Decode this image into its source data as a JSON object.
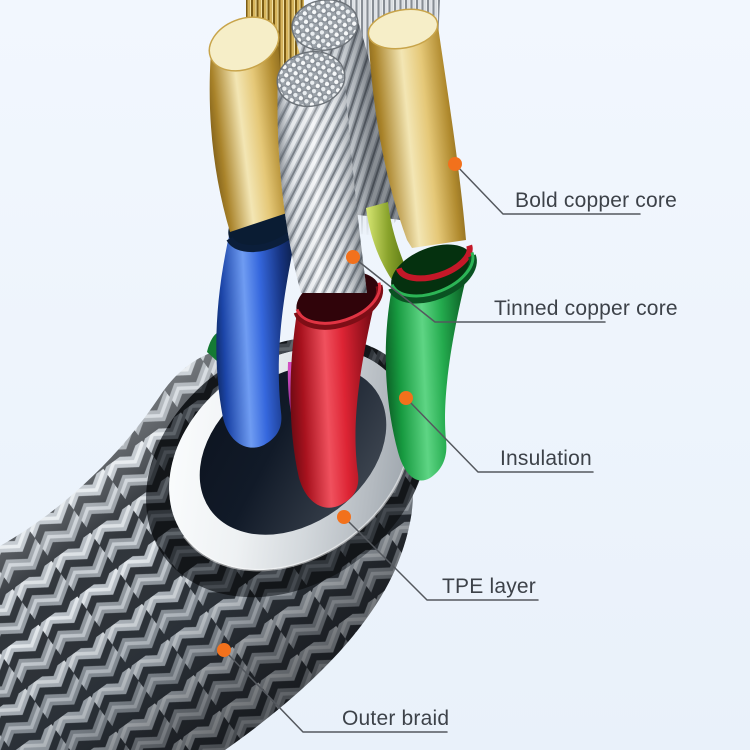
{
  "annotations": {
    "dot_color": "#F2711C",
    "line_color": "#54585E",
    "text_color": "#3D4249",
    "labels": [
      {
        "id": "bold-copper-core",
        "text": "Bold copper core"
      },
      {
        "id": "tinned-copper-core",
        "text": "Tinned copper core"
      },
      {
        "id": "insulation",
        "text": "Insulation"
      },
      {
        "id": "tpe-layer",
        "text": "TPE layer"
      },
      {
        "id": "outer-braid",
        "text": "Outer braid"
      }
    ]
  },
  "cable": {
    "background_color": "#EDF4FC",
    "parts": [
      {
        "name": "Bold copper core",
        "color": "#E3BC5C"
      },
      {
        "name": "Tinned copper core",
        "color": "#D9DEE2"
      },
      {
        "name": "Insulation",
        "colors": [
          "#2E62D9",
          "#DD2434",
          "#28B153"
        ]
      },
      {
        "name": "TPE layer",
        "color": "#E9EBEE"
      },
      {
        "name": "Outer braid",
        "color": "#9AA1A8"
      }
    ]
  }
}
